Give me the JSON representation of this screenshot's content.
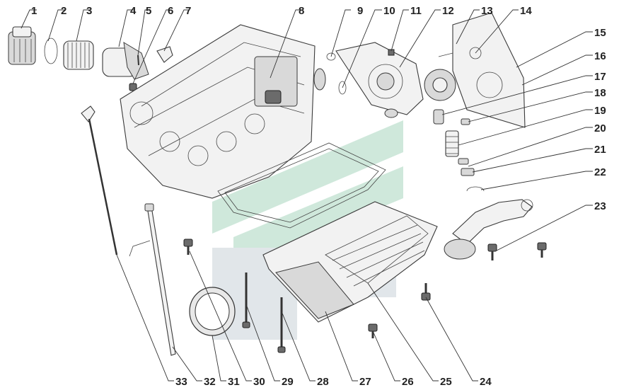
{
  "labels": [
    "1",
    "2",
    "3",
    "4",
    "5",
    "6",
    "7",
    "8",
    "9",
    "10",
    "11",
    "12",
    "13",
    "14",
    "15",
    "16",
    "17",
    "18",
    "19",
    "20",
    "21",
    "22",
    "23",
    "24",
    "25",
    "26",
    "27",
    "28",
    "29",
    "30",
    "31",
    "32",
    "33"
  ],
  "colors": {
    "line": "#333333",
    "watermark_green": "#a9d7bf",
    "watermark_gray": "#c9d2d8"
  }
}
